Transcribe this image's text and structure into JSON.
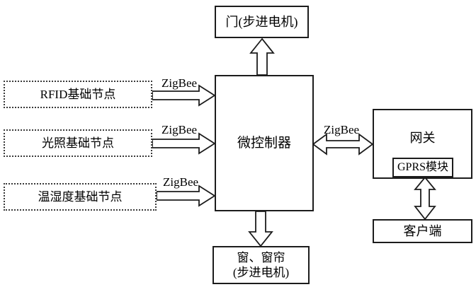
{
  "diagram": {
    "nodes": {
      "door": {
        "label": "门(步进电机)"
      },
      "rfid": {
        "label": "RFID基础节点"
      },
      "light": {
        "label": "光照基础节点"
      },
      "temp_humidity": {
        "label": "温湿度基础节点"
      },
      "mcu": {
        "label": "微控制器"
      },
      "gateway": {
        "label": "网关"
      },
      "gprs": {
        "label": "GPRS模块"
      },
      "client": {
        "label": "客户端"
      },
      "window": {
        "label_line1": "窗、窗帘",
        "label_line2": "(步进电机)"
      }
    },
    "links": {
      "rfid_to_mcu": {
        "label": "ZigBee",
        "direction": "right"
      },
      "light_to_mcu": {
        "label": "ZigBee",
        "direction": "right"
      },
      "temp_to_mcu": {
        "label": "ZigBee",
        "direction": "right"
      },
      "mcu_gateway": {
        "label": "ZigBee",
        "direction": "both"
      },
      "mcu_to_door": {
        "label": "",
        "direction": "up"
      },
      "mcu_to_window": {
        "label": "",
        "direction": "down"
      },
      "gateway_client": {
        "label": "",
        "direction": "both"
      }
    },
    "colors": {
      "line": "#1c1c1c",
      "background": "#ffffff",
      "text": "#000000"
    }
  }
}
